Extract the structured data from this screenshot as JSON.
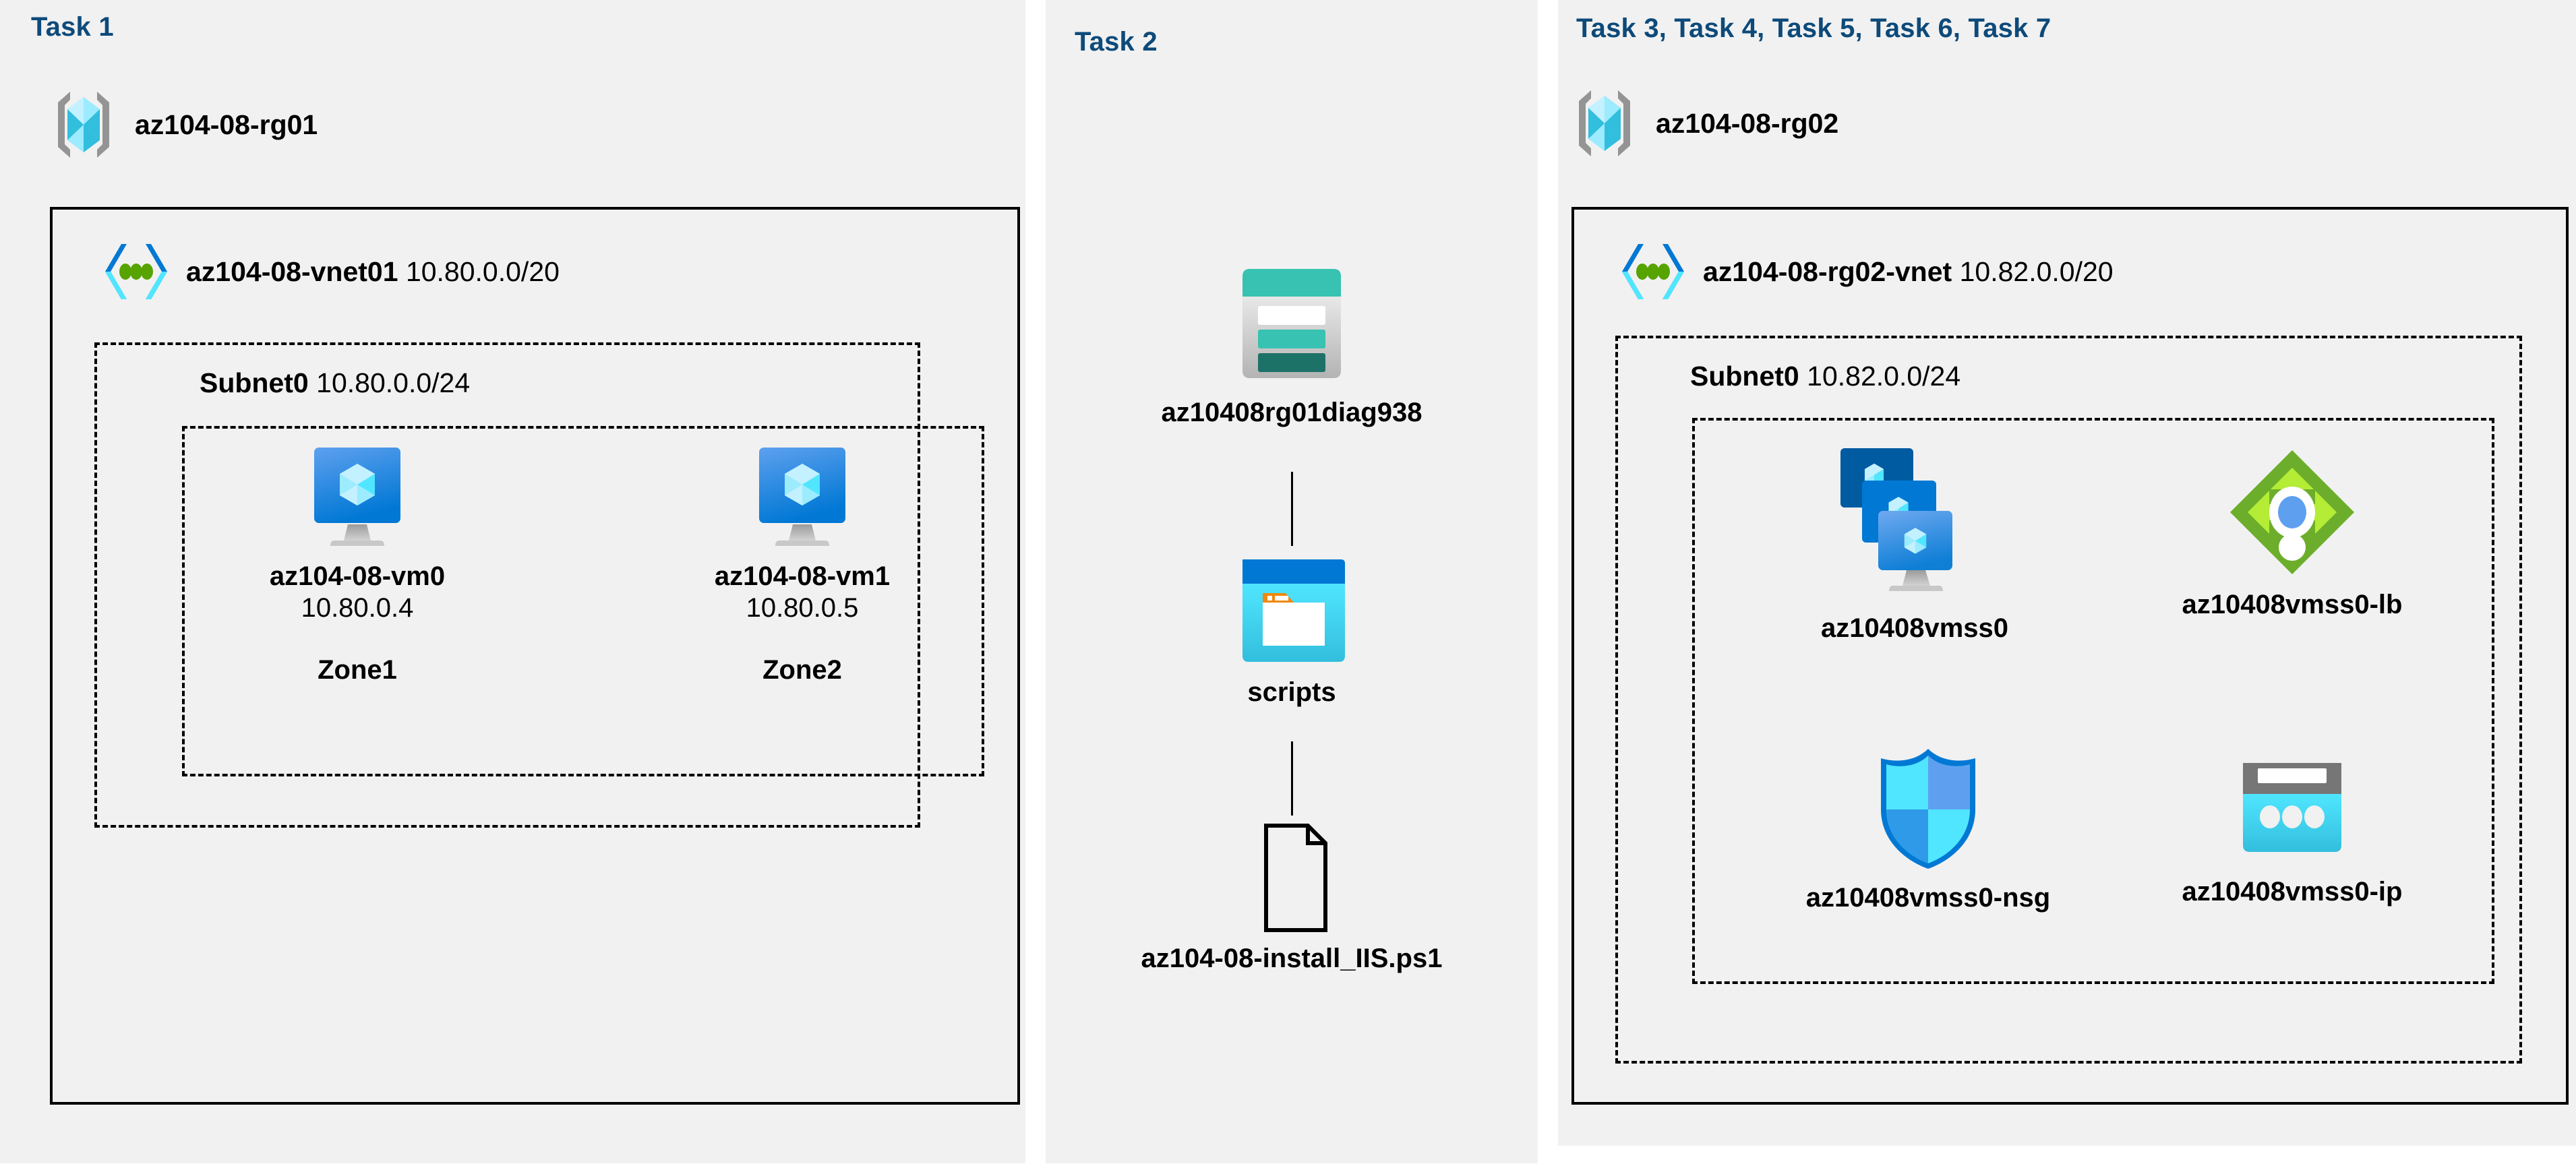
{
  "diagram": {
    "title": "Azure AZ-104-08 lab architecture",
    "background": "#ffffff",
    "panel_color": "#f1f1f1",
    "task_label_color": "#0d4a7a"
  },
  "panels": [
    {
      "task_label": "Task 1"
    },
    {
      "task_label": "Task 2"
    },
    {
      "task_label": "Task 3, Task 4, Task 5, Task 6, Task 7"
    }
  ],
  "task1": {
    "resource_group": {
      "icon": "resource-group-icon",
      "name": "az104-08-rg01"
    },
    "vnet": {
      "icon": "virtual-network-icon",
      "name": "az104-08-vnet01",
      "cidr": "10.80.0.0/20"
    },
    "subnet": {
      "name": "Subnet0",
      "cidr": "10.80.0.0/24"
    },
    "vms": [
      {
        "icon": "virtual-machine-icon",
        "name": "az104-08-vm0",
        "ip": "10.80.0.4",
        "zone": "Zone1"
      },
      {
        "icon": "virtual-machine-icon",
        "name": "az104-08-vm1",
        "ip": "10.80.0.5",
        "zone": "Zone2"
      }
    ]
  },
  "task2": {
    "storage_account": {
      "icon": "storage-account-icon",
      "name": "az10408rg01diag938"
    },
    "container": {
      "icon": "blob-container-icon",
      "name": "scripts"
    },
    "file": {
      "icon": "script-file-icon",
      "name": "az104-08-install_IIS.ps1"
    }
  },
  "task3to7": {
    "resource_group": {
      "icon": "resource-group-icon",
      "name": "az104-08-rg02"
    },
    "vnet": {
      "icon": "virtual-network-icon",
      "name": "az104-08-rg02-vnet",
      "cidr": "10.82.0.0/20"
    },
    "subnet": {
      "name": "Subnet0",
      "cidr": "10.82.0.0/24"
    },
    "resources": [
      {
        "icon": "vm-scale-set-icon",
        "name": "az10408vmss0"
      },
      {
        "icon": "load-balancer-icon",
        "name": "az10408vmss0-lb"
      },
      {
        "icon": "network-security-group-icon",
        "name": "az10408vmss0-nsg"
      },
      {
        "icon": "public-ip-address-icon",
        "name": "az10408vmss0-ip"
      }
    ]
  },
  "colors": {
    "azure_blue": "#0078d4",
    "azure_cyan": "#32bedd",
    "azure_light_cyan": "#9cebff",
    "vnet_green": "#57a300",
    "storage_teal": "#37c2b1",
    "storage_teal_dark": "#1d7268",
    "lb_green": "#6cae2b",
    "folder_orange": "#f2870d",
    "grey": "#949494"
  }
}
